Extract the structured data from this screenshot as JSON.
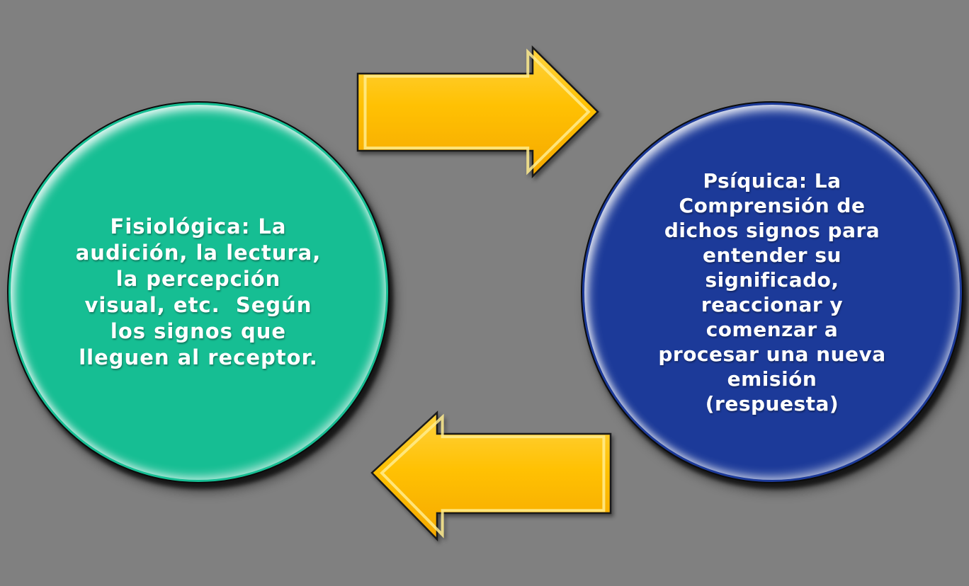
{
  "background_color": "#808080",
  "diagram": {
    "left_circle": {
      "color": "#16BE93",
      "text_lines": [
        "Fisiológica: La",
        "audición, la lectura,",
        "la percepción",
        "visual, etc.  Según",
        "los signos que",
        "lleguen al receptor."
      ]
    },
    "right_circle": {
      "color": "#1C3A99",
      "text_lines": [
        "Psíquica: La",
        "Comprensión de",
        "dichos signos para",
        "entender su",
        "significado,",
        "reaccionar y",
        "comenzar a",
        "procesar una nueva",
        "emisión",
        "(respuesta)"
      ]
    },
    "arrows": {
      "gold_light": "#FFD23F",
      "gold": "#FFC103",
      "gold_dark": "#F5A800",
      "bevel_highlight": "#FFEC8E",
      "outline": "#1A1A1A"
    }
  }
}
